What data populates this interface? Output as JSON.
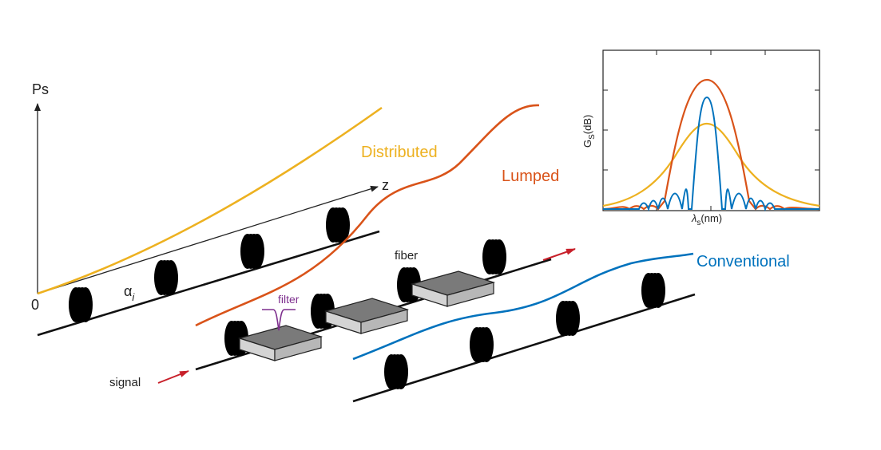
{
  "axis": {
    "y_label": "Ps",
    "x_label": "z",
    "origin": "0",
    "alpha_label": "α",
    "alpha_sub": "i"
  },
  "labels": {
    "distributed": "Distributed",
    "lumped": "Lumped",
    "conventional": "Conventional",
    "fiber": "fiber",
    "filter": "filter",
    "signal": "signal"
  },
  "inset": {
    "y_label": "G",
    "y_sub": "S",
    "y_unit": "(dB)",
    "x_label": "λ",
    "x_sub": "s",
    "x_unit": "(nm)"
  },
  "colors": {
    "distributed": "#EDB120",
    "lumped": "#D95319",
    "conventional": "#0072BD",
    "filter": "#7E2F8E",
    "arrow": "#C8202A"
  }
}
